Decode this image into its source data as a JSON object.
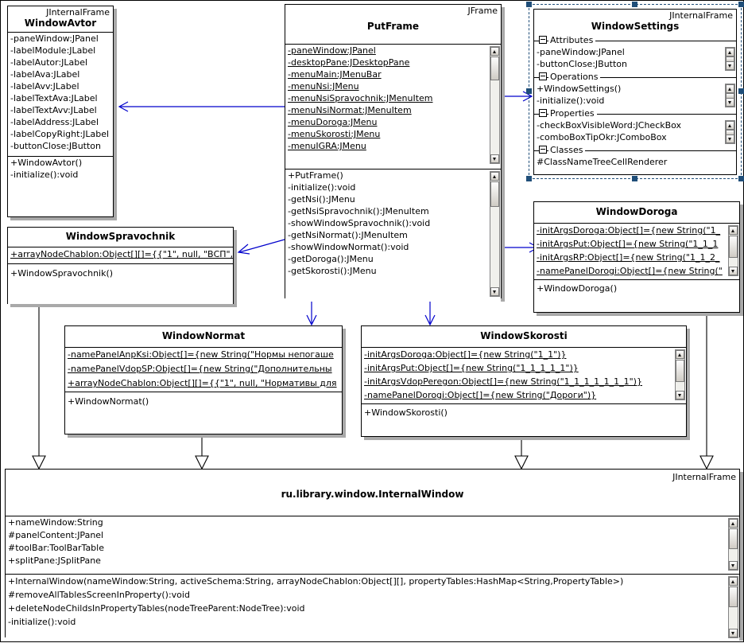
{
  "diagram": {
    "title": "UML class diagram",
    "accent_connector_color": "#0000cc",
    "generalization_color": "#000000",
    "selection_color": "#1f4e79"
  },
  "classes": {
    "windowAvtor": {
      "stereotype": "JInternalFrame",
      "name": "WindowAvtor",
      "attributes": [
        "-paneWindow:JPanel",
        "-labelModule:JLabel",
        "-labelAutor:JLabel",
        "-labelAva:JLabel",
        "-labelAvv:JLabel",
        "-labelTextAva:JLabel",
        "-labelTextAvv:JLabel",
        "-labelAddress:JLabel",
        "-labelCopyRight:JLabel",
        "-buttonClose:JButton"
      ],
      "operations": [
        "+WindowAvtor()",
        "-initialize():void"
      ]
    },
    "putFrame": {
      "stereotype": "JFrame",
      "name": "PutFrame",
      "attributes": [
        "-paneWindow:JPanel",
        "-desktopPane:JDesktopPane",
        "-menuMain:JMenuBar",
        "-menuNsi:JMenu",
        "-menuNsiSpravochnik:JMenuItem",
        "-menuNsiNormat:JMenuItem",
        "-menuDoroga:JMenu",
        "-menuSkorosti:JMenu",
        "-menuIGRA:JMenu"
      ],
      "operations": [
        "+PutFrame()",
        "-initialize():void",
        "-getNsi():JMenu",
        "-getNsiSpravochnik():JMenuItem",
        "-showWindowSpravochnik():void",
        "-getNsiNormat():JMenuItem",
        "-showWindowNormat():void",
        "-getDoroga():JMenu",
        "-getSkorosti():JMenu"
      ]
    },
    "windowSettings": {
      "stereotype": "JInternalFrame",
      "name": "WindowSettings",
      "selected": true,
      "groups": [
        {
          "label": "Attributes",
          "items": [
            "-paneWindow:JPanel",
            "-buttonClose:JButton"
          ]
        },
        {
          "label": "Operations",
          "items": [
            "+WindowSettings()",
            "-initialize():void"
          ]
        },
        {
          "label": "Properties",
          "items": [
            "-checkBoxVisibleWord:JCheckBox",
            "-comboBoxTipOkr:JComboBox"
          ]
        },
        {
          "label": "Classes",
          "items": [
            "#ClassNameTreeCellRenderer"
          ]
        }
      ]
    },
    "windowSpravochnik": {
      "name": "WindowSpravochnik",
      "attributes": [
        "+arrayNodeChablon:Object[][]={{\"1\", null, \"ВСП\","
      ],
      "operations": [
        "+WindowSpravochnik()"
      ]
    },
    "windowDoroga": {
      "name": "WindowDoroga",
      "attributes": [
        "-initArgsDoroga:Object[]={new String(\"1_",
        "-initArgsPut:Object[]={new String(\"1_1_1",
        "-initArgsRP:Object[]={new String(\"1_1_2_",
        "-namePanelDorogi:Object[]={new String(\""
      ],
      "operations": [
        "+WindowDoroga()"
      ]
    },
    "windowNormat": {
      "name": "WindowNormat",
      "attributes": [
        "-namePanelAnpKsi:Object[]={new String(\"Нормы непогаше",
        "-namePanelVdopSP:Object[]={new String(\"Дополнительны",
        "+arrayNodeChablon:Object[][]={{\"1\", null, \"Нормативы для"
      ],
      "operations": [
        "+WindowNormat()"
      ]
    },
    "windowSkorosti": {
      "name": "WindowSkorosti",
      "attributes": [
        "-initArgsDoroga:Object[]={new String(\"1_1\")}",
        "-initArgsPut:Object[]={new String(\"1_1_1_1_1\")}",
        "-initArgsVdopPeregon:Object[]={new String(\"1_1_1_1_1_1_1\")}",
        "-namePanelDorogi:Object[]={new String(\"Дороги\")}"
      ],
      "operations": [
        "+WindowSkorosti()"
      ]
    },
    "internalWindow": {
      "stereotype": "JInternalFrame",
      "name": "ru.library.window.InternalWindow",
      "attributes": [
        "+nameWindow:String",
        "#panelContent:JPanel",
        "#toolBar:ToolBarTable",
        "+splitPane:JSplitPane"
      ],
      "operations": [
        "+InternalWindow(nameWindow:String, activeSchema:String, arrayNodeChablon:Object[][], propertyTables:HashMap<String,PropertyTable>)",
        "#removeAllTablesScreenInProperty():void",
        "+deleteNodeChildsInPropertyTables(nodeTreeParent:NodeTree):void",
        "-initialize():void"
      ]
    }
  }
}
